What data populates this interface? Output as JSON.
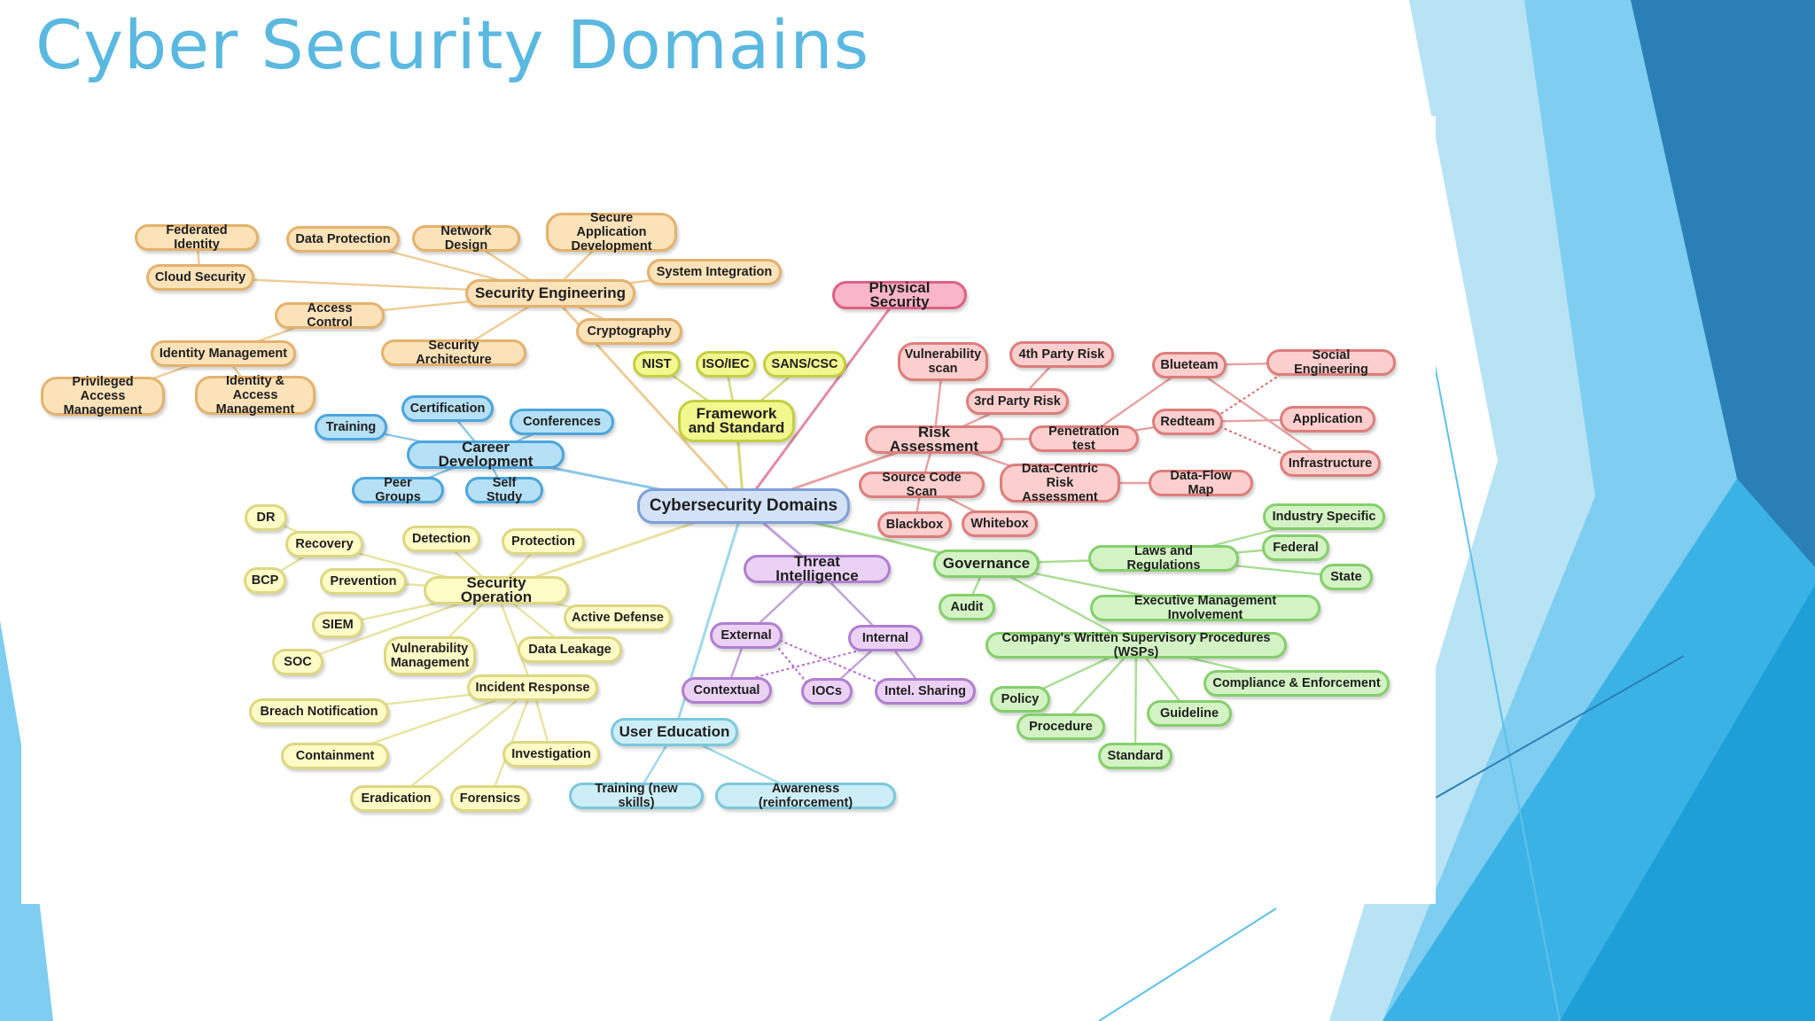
{
  "slide": {
    "title": "Cyber Security Domains"
  },
  "theme": {
    "title_color": "#5bb8e0",
    "accent_light": "#b8e3f5",
    "accent_mid": "#5ec0ea",
    "accent_dark": "#2b7fb7"
  },
  "mindmap": {
    "root": "Cybersecurity Domains",
    "nodes": [
      {
        "id": "root",
        "label": "Cybersecurity Domains",
        "color": "root",
        "kind": "root"
      },
      {
        "id": "se",
        "label": "Security Engineering",
        "color": "orange",
        "kind": "main",
        "parent": "root"
      },
      {
        "id": "se_fi",
        "label": "Federated Identity",
        "color": "orange",
        "parent": "se_cs"
      },
      {
        "id": "se_cs",
        "label": "Cloud Security",
        "color": "orange",
        "parent": "se"
      },
      {
        "id": "se_dp",
        "label": "Data Protection",
        "color": "orange",
        "parent": "se"
      },
      {
        "id": "se_nd",
        "label": "Network Design",
        "color": "orange",
        "parent": "se"
      },
      {
        "id": "se_sad",
        "label": "Secure Application\nDevelopment",
        "color": "orange",
        "parent": "se"
      },
      {
        "id": "se_si",
        "label": "System Integration",
        "color": "orange",
        "parent": "se"
      },
      {
        "id": "se_ac",
        "label": "Access Control",
        "color": "orange",
        "parent": "se"
      },
      {
        "id": "se_cr",
        "label": "Cryptography",
        "color": "orange",
        "parent": "se"
      },
      {
        "id": "se_sa",
        "label": "Security Architecture",
        "color": "orange",
        "parent": "se"
      },
      {
        "id": "se_im",
        "label": "Identity Management",
        "color": "orange",
        "parent": "se_ac"
      },
      {
        "id": "se_pam",
        "label": "Privileged Access\nManagement",
        "color": "orange",
        "parent": "se_im"
      },
      {
        "id": "se_iam",
        "label": "Identity & Access\nManagement",
        "color": "orange",
        "parent": "se_im"
      },
      {
        "id": "ps",
        "label": "Physical Security",
        "color": "pink",
        "kind": "main",
        "parent": "root"
      },
      {
        "id": "fs",
        "label": "Framework\nand Standard",
        "color": "lime",
        "kind": "main",
        "parent": "root"
      },
      {
        "id": "fs_nist",
        "label": "NIST",
        "color": "lime",
        "parent": "fs"
      },
      {
        "id": "fs_iso",
        "label": "ISO/IEC",
        "color": "lime",
        "parent": "fs"
      },
      {
        "id": "fs_sans",
        "label": "SANS/CSC",
        "color": "lime",
        "parent": "fs"
      },
      {
        "id": "cd",
        "label": "Career Development",
        "color": "blue",
        "kind": "main",
        "parent": "root"
      },
      {
        "id": "cd_cert",
        "label": "Certification",
        "color": "blue",
        "parent": "cd"
      },
      {
        "id": "cd_conf",
        "label": "Conferences",
        "color": "blue",
        "parent": "cd"
      },
      {
        "id": "cd_tr",
        "label": "Training",
        "color": "blue",
        "parent": "cd"
      },
      {
        "id": "cd_pg",
        "label": "Peer Groups",
        "color": "blue",
        "parent": "cd"
      },
      {
        "id": "cd_ss",
        "label": "Self Study",
        "color": "blue",
        "parent": "cd"
      },
      {
        "id": "ra",
        "label": "Risk Assessment",
        "color": "red",
        "kind": "main",
        "parent": "root"
      },
      {
        "id": "ra_vs",
        "label": "Vulnerability\nscan",
        "color": "red",
        "parent": "ra"
      },
      {
        "id": "ra_4p",
        "label": "4th Party Risk",
        "color": "red",
        "parent": "ra_3p"
      },
      {
        "id": "ra_3p",
        "label": "3rd Party Risk",
        "color": "red",
        "parent": "ra"
      },
      {
        "id": "ra_pt",
        "label": "Penetration test",
        "color": "red",
        "parent": "ra"
      },
      {
        "id": "ra_bt",
        "label": "Blueteam",
        "color": "red",
        "parent": "ra_pt"
      },
      {
        "id": "ra_rt",
        "label": "Redteam",
        "color": "red",
        "parent": "ra_pt"
      },
      {
        "id": "ra_se",
        "label": "Social Engineering",
        "color": "red",
        "parent": "ra_bt"
      },
      {
        "id": "ra_app",
        "label": "Application",
        "color": "red",
        "parent": "ra_rt"
      },
      {
        "id": "ra_inf",
        "label": "Infrastructure",
        "color": "red",
        "parent": "ra_bt"
      },
      {
        "id": "ra_scs",
        "label": "Source Code Scan",
        "color": "red",
        "parent": "ra"
      },
      {
        "id": "ra_dcr",
        "label": "Data-Centric Risk\nAssessment",
        "color": "red",
        "parent": "ra"
      },
      {
        "id": "ra_dfm",
        "label": "Data-Flow Map",
        "color": "red",
        "parent": "ra_dcr"
      },
      {
        "id": "ra_bb",
        "label": "Blackbox",
        "color": "red",
        "parent": "ra_scs"
      },
      {
        "id": "ra_wb",
        "label": "Whitebox",
        "color": "red",
        "parent": "ra_scs"
      },
      {
        "id": "so",
        "label": "Security Operation",
        "color": "yellow",
        "kind": "main",
        "parent": "root"
      },
      {
        "id": "so_dr",
        "label": "DR",
        "color": "yellow",
        "parent": "so_rec"
      },
      {
        "id": "so_rec",
        "label": "Recovery",
        "color": "yellow",
        "parent": "so"
      },
      {
        "id": "so_bcp",
        "label": "BCP",
        "color": "yellow",
        "parent": "so_rec"
      },
      {
        "id": "so_det",
        "label": "Detection",
        "color": "yellow",
        "parent": "so"
      },
      {
        "id": "so_pro",
        "label": "Protection",
        "color": "yellow",
        "parent": "so"
      },
      {
        "id": "so_prev",
        "label": "Prevention",
        "color": "yellow",
        "parent": "so"
      },
      {
        "id": "so_siem",
        "label": "SIEM",
        "color": "yellow",
        "parent": "so"
      },
      {
        "id": "so_soc",
        "label": "SOC",
        "color": "yellow",
        "parent": "so"
      },
      {
        "id": "so_vm",
        "label": "Vulnerability\nManagement",
        "color": "yellow",
        "parent": "so"
      },
      {
        "id": "so_ad",
        "label": "Active Defense",
        "color": "yellow",
        "parent": "so"
      },
      {
        "id": "so_dl",
        "label": "Data Leakage",
        "color": "yellow",
        "parent": "so"
      },
      {
        "id": "so_ir",
        "label": "Incident Response",
        "color": "yellow",
        "parent": "so"
      },
      {
        "id": "so_bn",
        "label": "Breach Notification",
        "color": "yellow",
        "parent": "so_ir"
      },
      {
        "id": "so_con",
        "label": "Containment",
        "color": "yellow",
        "parent": "so_ir"
      },
      {
        "id": "so_inv",
        "label": "Investigation",
        "color": "yellow",
        "parent": "so_ir"
      },
      {
        "id": "so_era",
        "label": "Eradication",
        "color": "yellow",
        "parent": "so_ir"
      },
      {
        "id": "so_for",
        "label": "Forensics",
        "color": "yellow",
        "parent": "so_ir"
      },
      {
        "id": "ti",
        "label": "Threat Intelligence",
        "color": "purple",
        "kind": "main",
        "parent": "root"
      },
      {
        "id": "ti_ext",
        "label": "External",
        "color": "purple",
        "parent": "ti"
      },
      {
        "id": "ti_int",
        "label": "Internal",
        "color": "purple",
        "parent": "ti"
      },
      {
        "id": "ti_ctx",
        "label": "Contextual",
        "color": "purple",
        "parent": "ti_ext"
      },
      {
        "id": "ti_ioc",
        "label": "IOCs",
        "color": "purple",
        "parent": "ti_int"
      },
      {
        "id": "ti_is",
        "label": "Intel. Sharing",
        "color": "purple",
        "parent": "ti_int"
      },
      {
        "id": "ue",
        "label": "User Education",
        "color": "cyan",
        "kind": "main",
        "parent": "root"
      },
      {
        "id": "ue_tr",
        "label": "Training (new skills)",
        "color": "cyan",
        "parent": "ue"
      },
      {
        "id": "ue_aw",
        "label": "Awareness (reinforcement)",
        "color": "cyan",
        "parent": "ue"
      },
      {
        "id": "gv",
        "label": "Governance",
        "color": "green",
        "kind": "main",
        "parent": "root"
      },
      {
        "id": "gv_au",
        "label": "Audit",
        "color": "green",
        "parent": "gv"
      },
      {
        "id": "gv_lr",
        "label": "Laws and Regulations",
        "color": "green",
        "parent": "gv"
      },
      {
        "id": "gv_is",
        "label": "Industry Specific",
        "color": "green",
        "parent": "gv_lr"
      },
      {
        "id": "gv_fed",
        "label": "Federal",
        "color": "green",
        "parent": "gv_lr"
      },
      {
        "id": "gv_st",
        "label": "State",
        "color": "green",
        "parent": "gv_lr"
      },
      {
        "id": "gv_emi",
        "label": "Executive Management Involvement",
        "color": "green",
        "parent": "gv"
      },
      {
        "id": "gv_wsp",
        "label": "Company's Written Supervisory Procedures (WSPs)",
        "color": "green",
        "parent": "gv"
      },
      {
        "id": "gv_ce",
        "label": "Compliance & Enforcement",
        "color": "green",
        "parent": "gv_wsp"
      },
      {
        "id": "gv_pol",
        "label": "Policy",
        "color": "green",
        "parent": "gv_wsp"
      },
      {
        "id": "gv_proc",
        "label": "Procedure",
        "color": "green",
        "parent": "gv_wsp"
      },
      {
        "id": "gv_gl",
        "label": "Guideline",
        "color": "green",
        "parent": "gv_wsp"
      },
      {
        "id": "gv_std",
        "label": "Standard",
        "color": "green",
        "parent": "gv_wsp"
      }
    ],
    "dotted_links": [
      {
        "from": "ra_se",
        "to": "ra_rt"
      },
      {
        "from": "ra_inf",
        "to": "ra_rt"
      },
      {
        "from": "ti_ioc",
        "to": "ti_ext"
      },
      {
        "from": "ti_ctx",
        "to": "ti_int"
      },
      {
        "from": "ti_is",
        "to": "ti_ext"
      }
    ]
  }
}
